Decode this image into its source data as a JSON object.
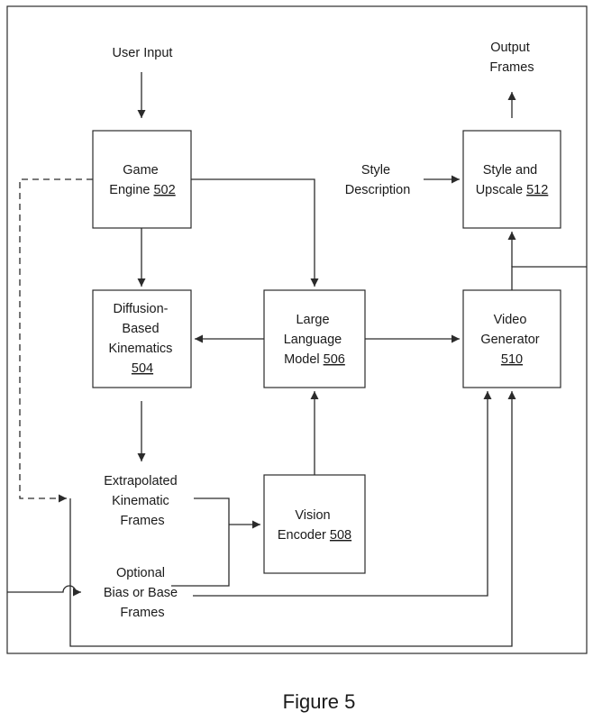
{
  "diagram": {
    "user_input": "User Input",
    "output_frames": [
      "Output",
      "Frames"
    ],
    "style_description": [
      "Style",
      "Description"
    ],
    "game_engine": {
      "name": "Game",
      "name2": "Engine",
      "ref": "502"
    },
    "style_upscale": {
      "name": "Style and",
      "name2": "Upscale",
      "ref": "512"
    },
    "diffusion": {
      "lines": [
        "Diffusion-",
        "Based",
        "Kinematics"
      ],
      "ref": "504"
    },
    "llm": {
      "lines": [
        "Large",
        "Language",
        "Model"
      ],
      "ref": "506"
    },
    "video_generator": {
      "lines": [
        "Video",
        "Generator"
      ],
      "ref": "510"
    },
    "extrapolated": [
      "Extrapolated",
      "Kinematic",
      "Frames"
    ],
    "vision_encoder": {
      "name": "Vision",
      "name2": "Encoder",
      "ref": "508"
    },
    "optional": [
      "Optional",
      "Bias or Base",
      "Frames"
    ]
  },
  "caption": "Figure 5"
}
